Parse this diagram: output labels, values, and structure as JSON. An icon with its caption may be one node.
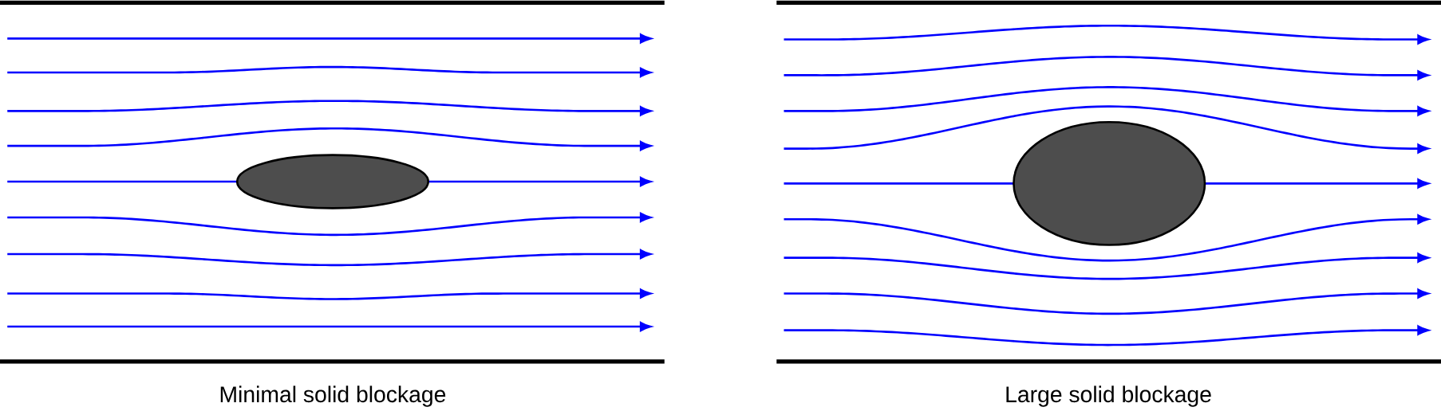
{
  "diagram": {
    "nodes": [
      {
        "text": [],
        "shape": "ellipse"
      },
      {
        "text": [],
        "shape": "ellipse"
      }
    ],
    "labels": [
      "Minimal solid blockage",
      "Large solid blockage"
    ]
  }
}
